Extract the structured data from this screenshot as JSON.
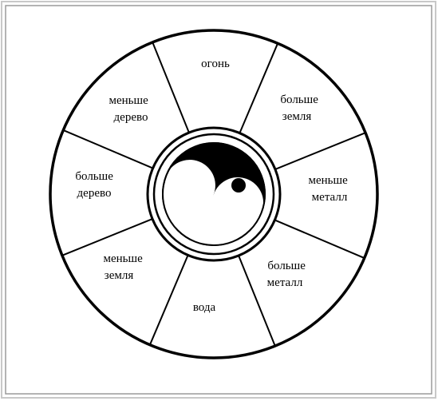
{
  "colors": {
    "ink": "#000000",
    "paper": "#ffffff",
    "frame_outer": "#c8c8c8",
    "frame_inner": "#9a9a9a"
  },
  "center_symbol": "yin-yang-icon",
  "segments": [
    {
      "id": "fire",
      "lines": [
        "огонь"
      ]
    },
    {
      "id": "more-earth",
      "lines": [
        "больше",
        "земля"
      ]
    },
    {
      "id": "less-metal",
      "lines": [
        "меньше",
        "металл"
      ]
    },
    {
      "id": "more-metal",
      "lines": [
        "больше",
        "металл"
      ]
    },
    {
      "id": "water",
      "lines": [
        "вода"
      ]
    },
    {
      "id": "less-earth",
      "lines": [
        "меньше",
        "земля"
      ]
    },
    {
      "id": "more-wood",
      "lines": [
        "больше",
        "дерево"
      ]
    },
    {
      "id": "less-wood",
      "lines": [
        "меньше",
        "дерево"
      ]
    }
  ]
}
